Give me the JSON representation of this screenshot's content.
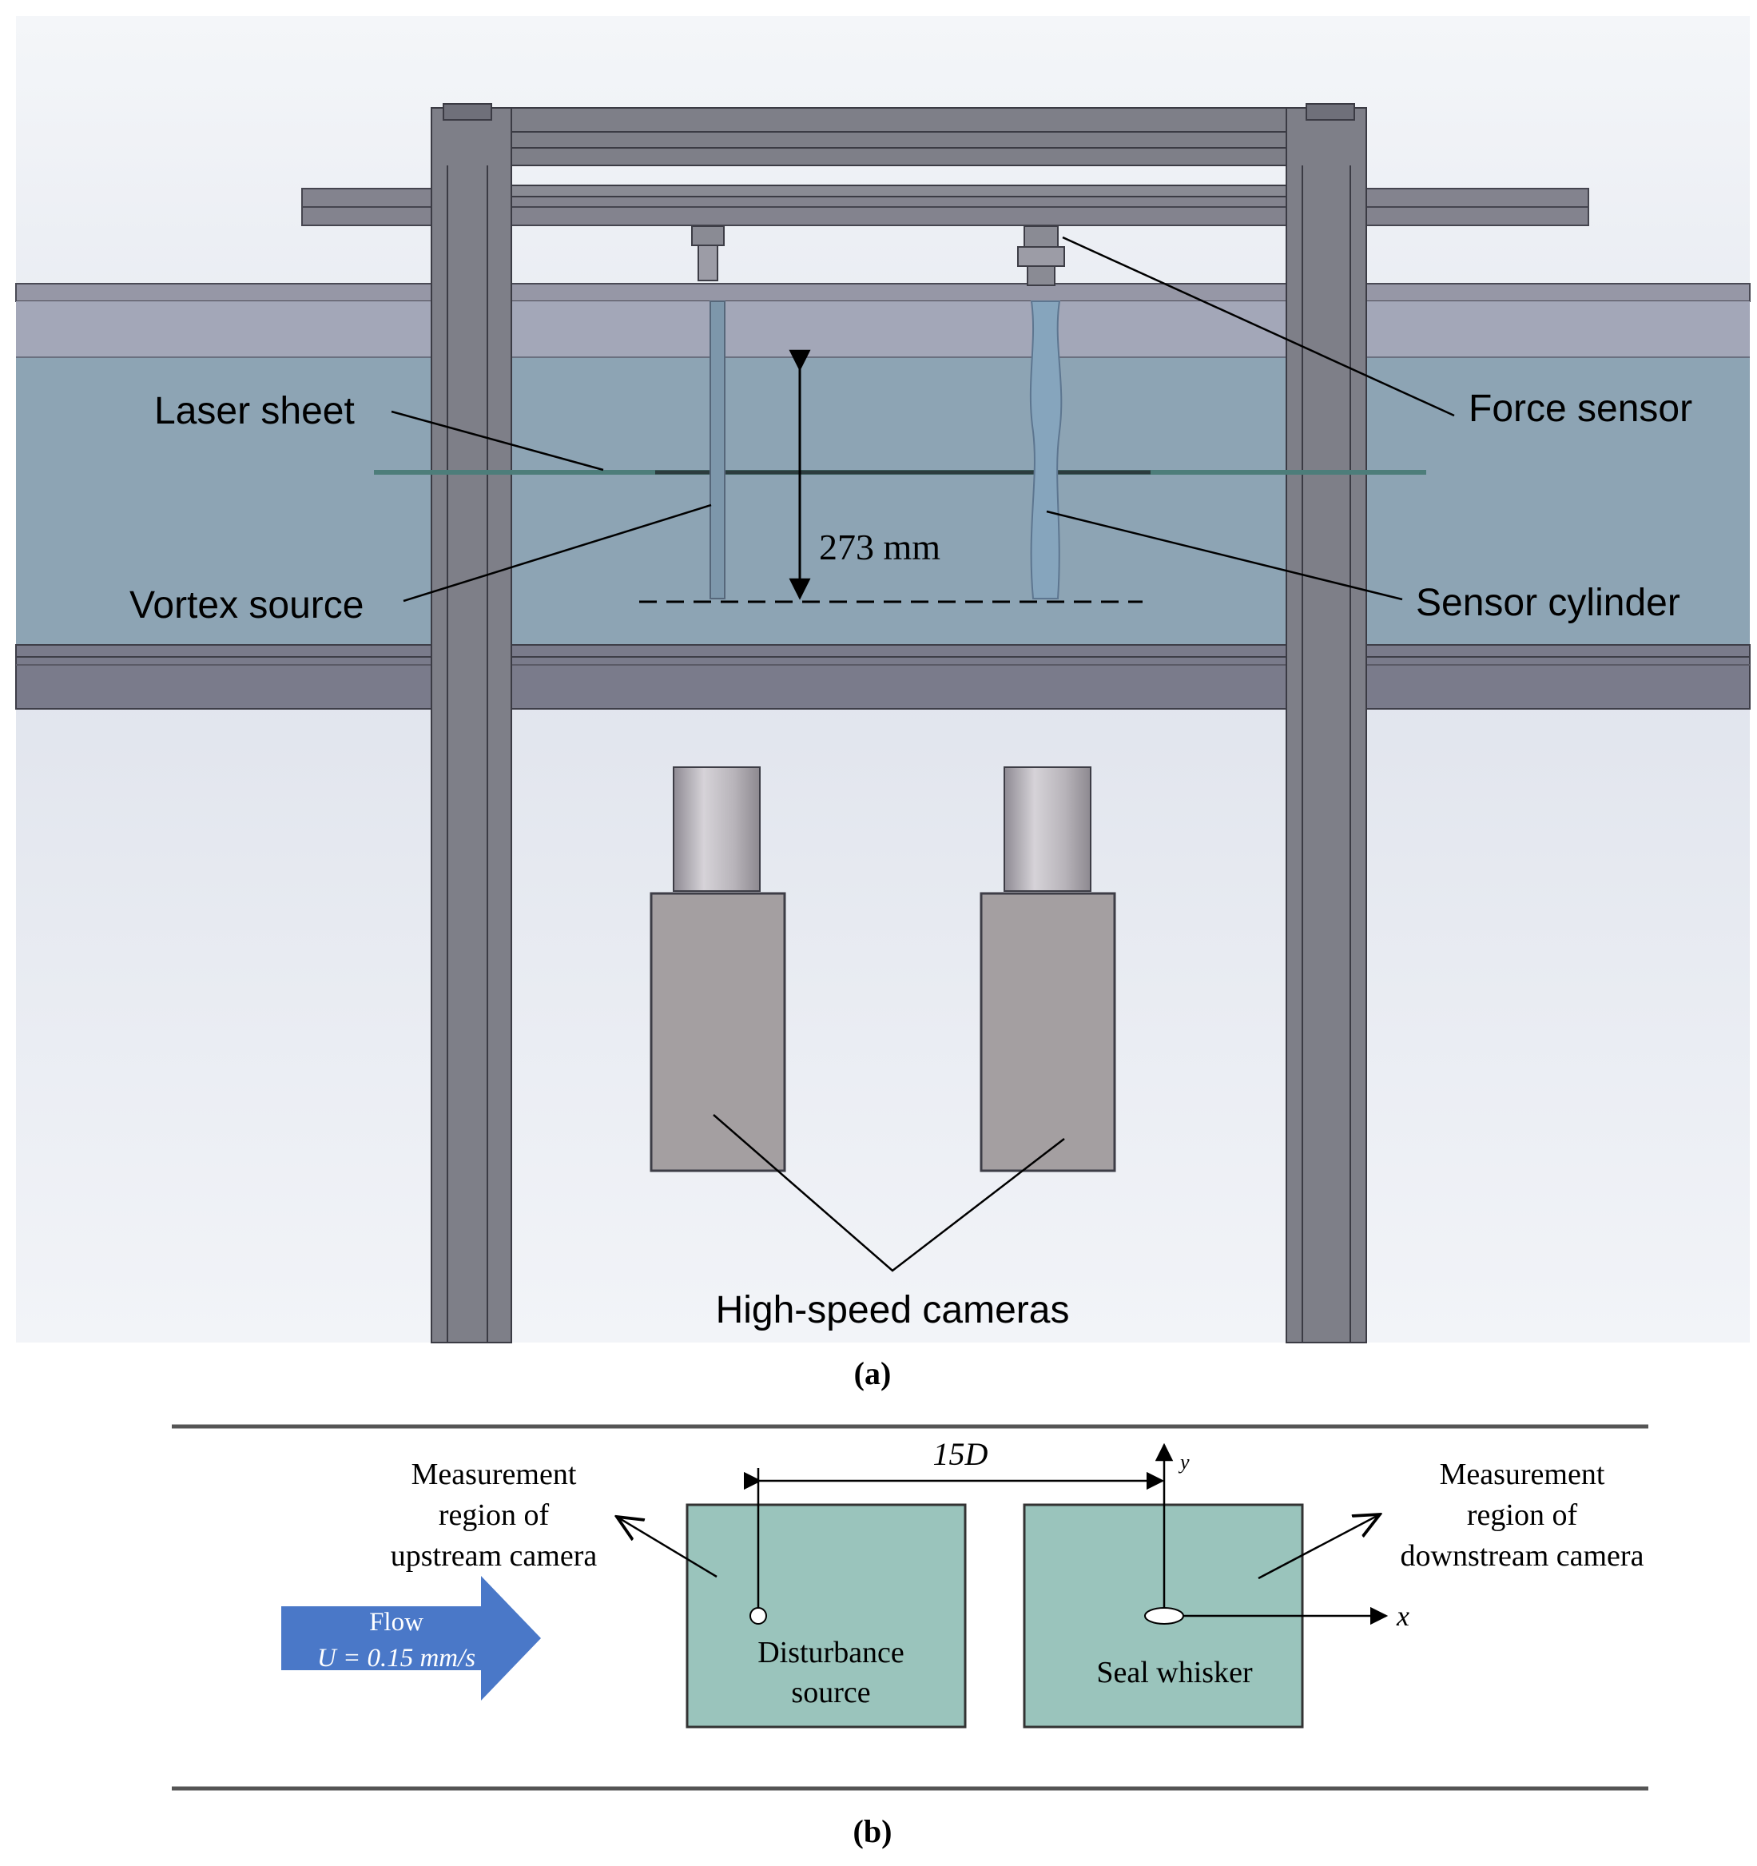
{
  "panel_a": {
    "labels": {
      "laser_sheet": "Laser sheet",
      "vortex_source": "Vortex source",
      "force_sensor": "Force sensor",
      "sensor_cylinder": "Sensor cylinder",
      "dimension": "273 mm",
      "cameras": "High-speed cameras"
    },
    "caption": "(a)"
  },
  "panel_b": {
    "flow": {
      "line1": "Flow",
      "line2": "U = 0.15 mm/s"
    },
    "upstream_region": {
      "line1": "Measurement",
      "line2": "region of",
      "line3": "upstream camera"
    },
    "downstream_region": {
      "line1": "Measurement",
      "line2": "region of",
      "line3": "downstream camera"
    },
    "disturbance": {
      "line1": "Disturbance",
      "line2": "source"
    },
    "seal_whisker": "Seal whisker",
    "distance": "15D",
    "axis_x": "x",
    "axis_y": "y",
    "caption": "(b)"
  },
  "colors": {
    "water": "#8da4b4",
    "frame": "#7e7f88",
    "camera_body": "#a49fa1",
    "measurement_region": "#9ac4bc",
    "flow_arrow": "#4a78c8"
  }
}
